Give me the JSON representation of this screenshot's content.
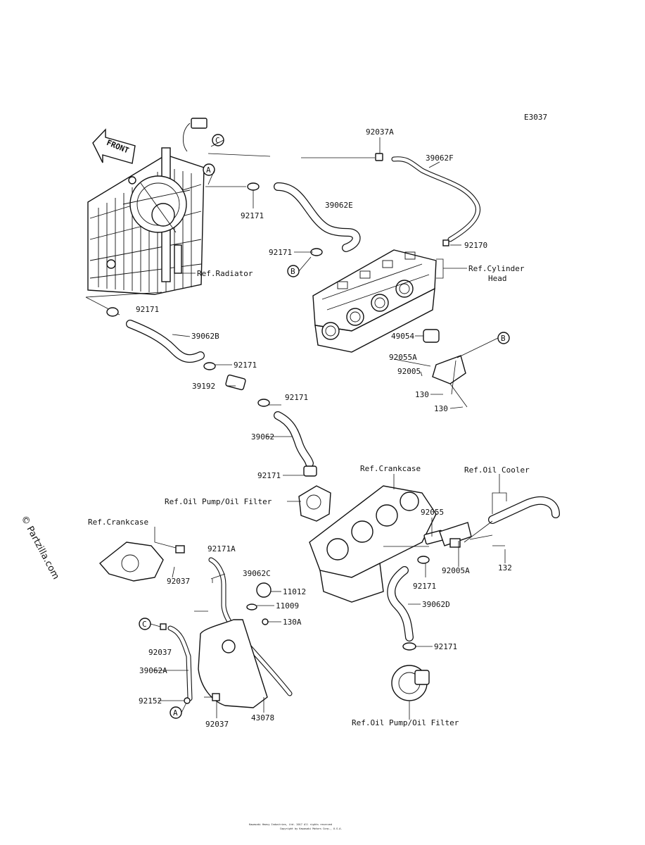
{
  "diagram_code": "E3037",
  "watermark": "© Partzilla.com",
  "front_label": "FRONT",
  "callouts": [
    "C",
    "A",
    "B",
    "B",
    "C",
    "A"
  ],
  "labels": {
    "p92037A": "92037A",
    "p39062F": "39062F",
    "p92171_1": "92171",
    "p39062E": "39062E",
    "p92171_2": "92171",
    "p92170": "92170",
    "ref_radiator": "Ref.Radiator",
    "ref_cylinder_1": "Ref.Cylinder",
    "ref_cylinder_2": "Head",
    "p92171_3": "92171",
    "p39062B": "39062B",
    "p49054": "49054",
    "p92055A": "92055A",
    "p92005": "92005",
    "p92171_4": "92171",
    "p39192": "39192",
    "p130_1": "130",
    "p130_2": "130",
    "p92171_5": "92171",
    "p39062": "39062",
    "p92171_6": "92171",
    "ref_crankcase_1": "Ref.Crankcase",
    "ref_oil_cooler": "Ref.Oil Cooler",
    "ref_oil_pump_1": "Ref.Oil Pump/Oil Filter",
    "ref_crankcase_2": "Ref.Crankcase",
    "p92055": "92055",
    "p92171A": "92171A",
    "p39062C": "39062C",
    "p92037_1": "92037",
    "p92005A": "92005A",
    "p132": "132",
    "p92171_7": "92171",
    "p11012": "11012",
    "p11009": "11009",
    "p39062D": "39062D",
    "p130A": "130A",
    "p92037_2": "92037",
    "p92171_8": "92171",
    "p39062A": "39062A",
    "p92152": "92152",
    "p92037_3": "92037",
    "p43078": "43078",
    "ref_oil_pump_2": "Ref.Oil Pump/Oil Filter"
  },
  "footer": {
    "line1": "Kawasaki Heavy Industries, Ltd. 2017 All rights reserved",
    "line2": "Copyright by Kawasaki Motors Corp., U.S.A."
  }
}
